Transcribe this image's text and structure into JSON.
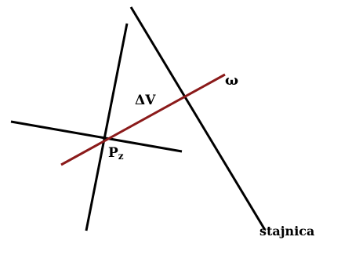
{
  "colors": {
    "background": "#ffffff",
    "line_black": "#000000",
    "line_red": "#8b1a1a"
  },
  "labels": {
    "delta_v": "ΔV",
    "omega": "ω",
    "pz_main": "P",
    "pz_sub": "z",
    "stajnica": "stajnica"
  }
}
